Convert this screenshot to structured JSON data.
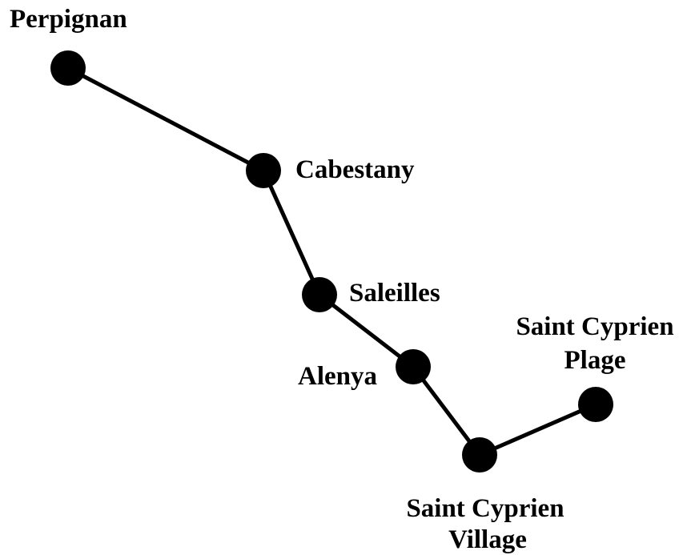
{
  "route": {
    "stops": [
      {
        "name": "Perpignan",
        "label_lines": [
          "Perpignan"
        ]
      },
      {
        "name": "Cabestany",
        "label_lines": [
          "Cabestany"
        ]
      },
      {
        "name": "Saleilles",
        "label_lines": [
          "Saleilles"
        ]
      },
      {
        "name": "Alenya",
        "label_lines": [
          "Alenya"
        ]
      },
      {
        "name": "Saint Cyprien Village",
        "label_lines": [
          "Saint Cyprien",
          "Village"
        ]
      },
      {
        "name": "Saint Cyprien Plage",
        "label_lines": [
          "Saint Cyprien",
          "Plage"
        ]
      }
    ],
    "color": "#000000"
  }
}
